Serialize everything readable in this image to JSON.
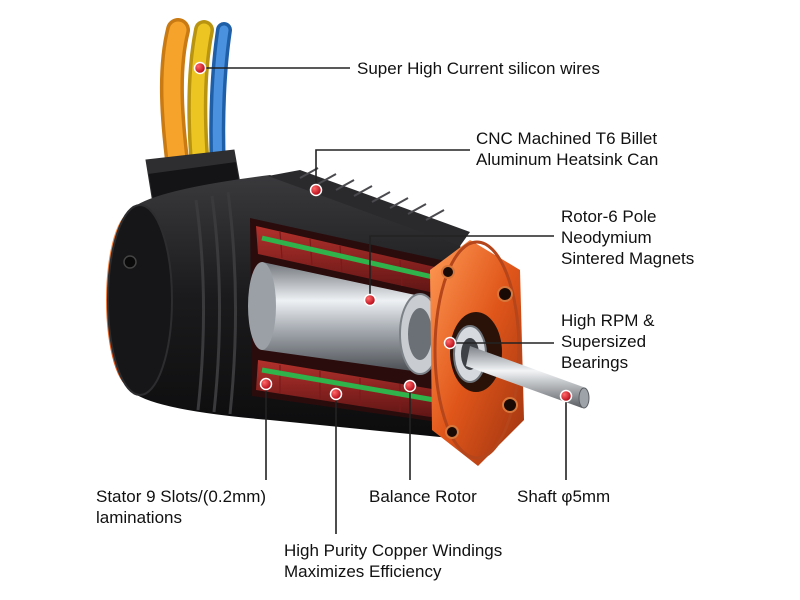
{
  "callouts": {
    "wires": {
      "lines": [
        "Super High Current silicon wires"
      ]
    },
    "can": {
      "lines": [
        "CNC Machined T6 Billet",
        "Aluminum Heatsink Can"
      ]
    },
    "rotor": {
      "lines": [
        "Rotor-6 Pole",
        "Neodymium",
        "Sintered Magnets"
      ]
    },
    "bearing": {
      "lines": [
        "High RPM &",
        "Supersized",
        "Bearings"
      ]
    },
    "shaft": {
      "lines": [
        "Shaft φ5mm"
      ]
    },
    "balance": {
      "lines": [
        "Balance Rotor"
      ]
    },
    "stator": {
      "lines": [
        "Stator 9 Slots/(0.2mm)",
        "laminations"
      ]
    },
    "copper": {
      "lines": [
        "High Purity Copper Windings",
        "Maximizes Efficiency"
      ]
    }
  },
  "colors": {
    "wire_orange": "#f29a1e",
    "wire_yellow": "#e8c11a",
    "wire_blue": "#3a7fd0",
    "can_black": "#1c1c1e",
    "endcap_orange": "#e0561a",
    "copper_red": "#8a1f1f",
    "winding_green": "#2fb34a",
    "rotor_steel": "#b9bec4",
    "leader_line": "#222222",
    "marker_red": "#d9141e"
  }
}
